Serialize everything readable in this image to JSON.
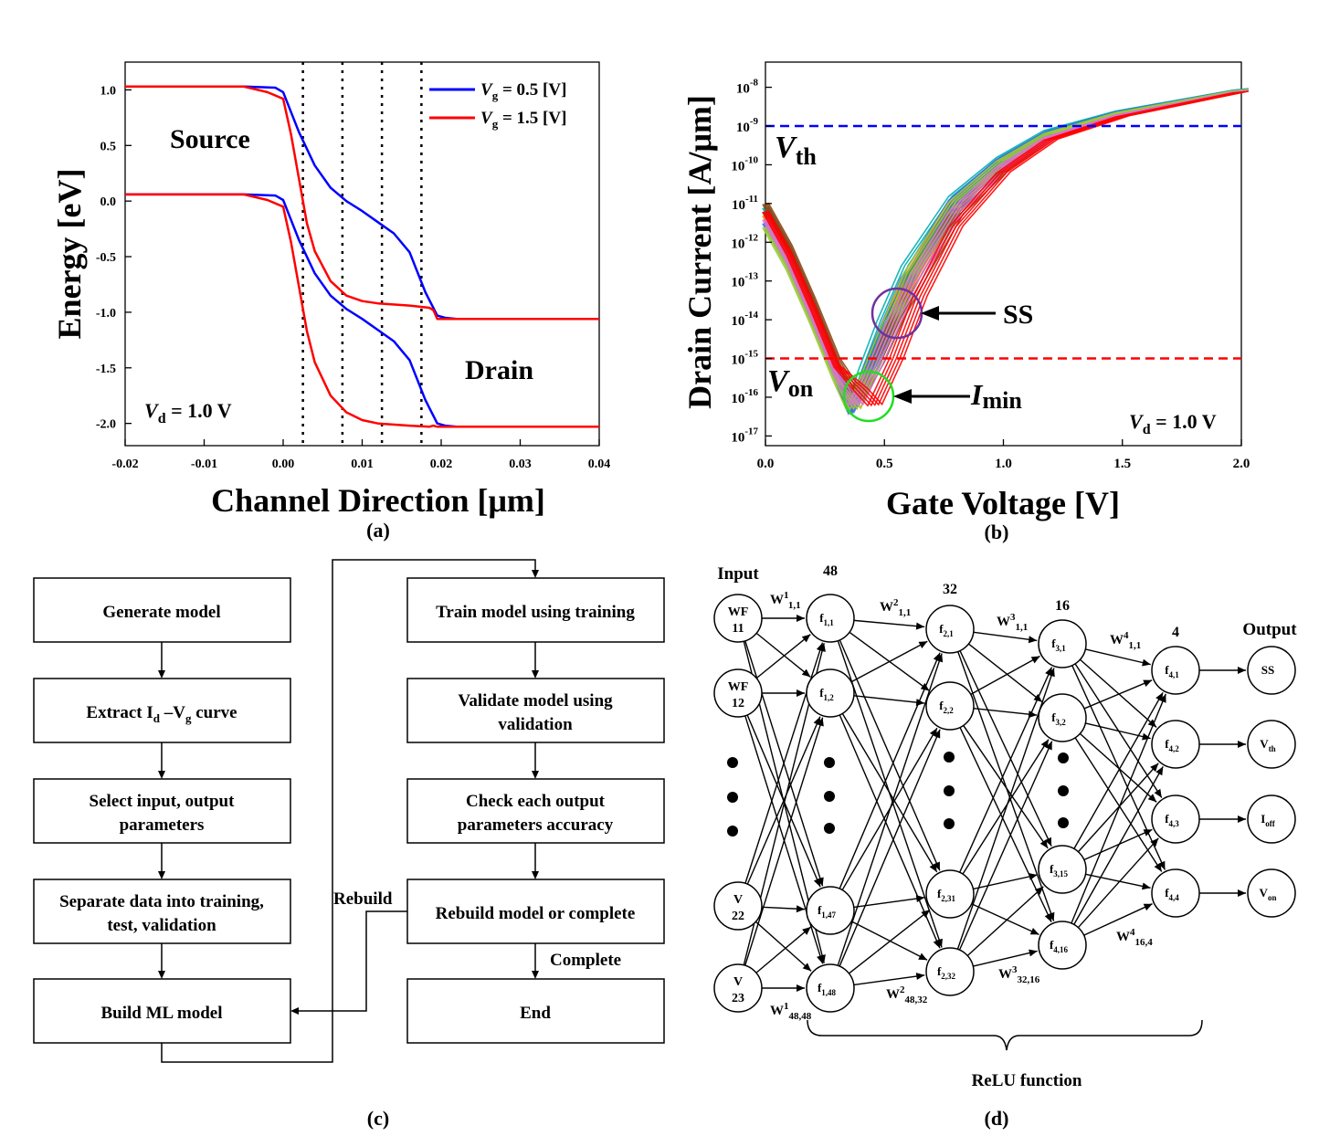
{
  "panel_labels": {
    "a": "(a)",
    "b": "(b)",
    "c": "(c)",
    "d": "(d)"
  },
  "chart_data": [
    {
      "type": "line",
      "panel": "a",
      "xlabel": "Channel Direction [μm]",
      "ylabel": "Energy [eV]",
      "xlim": [
        -0.02,
        0.04
      ],
      "ylim": [
        -2.2,
        1.25
      ],
      "xticks": [
        "-0.02",
        "-0.01",
        "0.00",
        "0.01",
        "0.02",
        "0.03",
        "0.04"
      ],
      "yticks": [
        "1.0",
        "0.5",
        "0.0",
        "-0.5",
        "-1.0",
        "-1.5",
        "-2.0"
      ],
      "grid": false,
      "legend": "top-right",
      "vlines": [
        0.0025,
        0.0075,
        0.0125,
        0.0175
      ],
      "annotations": {
        "source": "Source",
        "drain": "Drain",
        "vd_pre": "V",
        "vd_sub": "d",
        "vd_post": " = 1.0 V"
      },
      "series": [
        {
          "name": "Vg = 0.5 [V]",
          "legend_pre": "V",
          "legend_sub": "g",
          "legend_post": " = 0.5 [V]",
          "color": "#0000ff",
          "x": [
            -0.02,
            -0.005,
            -0.001,
            0.0,
            0.002,
            0.004,
            0.006,
            0.008,
            0.01,
            0.012,
            0.014,
            0.016,
            0.018,
            0.0195,
            0.0205,
            0.022,
            0.04
          ],
          "curves": [
            [
              1.03,
              1.03,
              1.02,
              0.98,
              0.62,
              0.32,
              0.12,
              0.0,
              -0.09,
              -0.19,
              -0.29,
              -0.46,
              -0.82,
              -1.03,
              -1.05,
              -1.06,
              -1.06
            ],
            [
              0.06,
              0.06,
              0.05,
              0.01,
              -0.35,
              -0.65,
              -0.85,
              -0.97,
              -1.06,
              -1.16,
              -1.26,
              -1.43,
              -1.79,
              -2.0,
              -2.02,
              -2.03,
              -2.03
            ]
          ]
        },
        {
          "name": "Vg = 1.5 [V]",
          "legend_pre": "V",
          "legend_sub": "g",
          "legend_post": " = 1.5 [V]",
          "color": "#ff0000",
          "x": [
            -0.02,
            -0.005,
            -0.002,
            0.0,
            0.001,
            0.002,
            0.003,
            0.004,
            0.006,
            0.008,
            0.01,
            0.012,
            0.016,
            0.0185,
            0.019,
            0.0195,
            0.02,
            0.04
          ],
          "curves": [
            [
              1.03,
              1.03,
              0.98,
              0.92,
              0.6,
              0.2,
              -0.2,
              -0.45,
              -0.72,
              -0.85,
              -0.9,
              -0.92,
              -0.94,
              -0.96,
              -0.98,
              -1.06,
              -1.06,
              -1.06
            ],
            [
              0.06,
              0.06,
              0.01,
              -0.05,
              -0.37,
              -0.77,
              -1.17,
              -1.45,
              -1.75,
              -1.9,
              -1.97,
              -2.0,
              -2.02,
              -2.03,
              -2.02,
              -2.03,
              -2.03,
              -2.03
            ]
          ]
        }
      ]
    },
    {
      "type": "line",
      "panel": "b",
      "xlabel": "Gate Voltage [V]",
      "ylabel": "Drain Current [A/μm]",
      "xlim": [
        0.0,
        2.0
      ],
      "ylim_log10": [
        -17.25,
        -7.35
      ],
      "yscale": "log",
      "xticks": [
        "0.0",
        "0.5",
        "1.0",
        "1.5",
        "2.0"
      ],
      "yticks": [
        "10-8",
        "10-9",
        "10-10",
        "10-11",
        "10-12",
        "10-13",
        "10-14",
        "10-15",
        "10-16",
        "10-17"
      ],
      "grid": false,
      "hlines": [
        {
          "y": 1e-09,
          "color": "#0000ff"
        },
        {
          "y": 1e-15,
          "color": "#ff0000"
        }
      ],
      "annotations": {
        "vth": "V",
        "vth_sub": "th",
        "von": "V",
        "von_sub": "on",
        "ss": "SS",
        "imin": "I",
        "imin_sub": "min",
        "vd_pre": "V",
        "vd_sub": "d",
        "vd_post": " = 1.0 V"
      },
      "markers": [
        {
          "name": "SS",
          "x": 0.57,
          "y": 1.4e-14,
          "color": "#7030a0"
        },
        {
          "name": "Imin",
          "x": 0.44,
          "y": 8e-17,
          "color": "#00cc00"
        }
      ],
      "series_note": "multiple Monte Carlo Id-Vg curves",
      "series": [
        {
          "color": "#00b0b0",
          "x": [
            0.0,
            0.1,
            0.2,
            0.3,
            0.36,
            0.42,
            0.5,
            0.6,
            0.8,
            1.0,
            1.2,
            1.5,
            2.0
          ],
          "y_log10": [
            -11.1,
            -12.2,
            -13.6,
            -15.2,
            -16.2,
            -15.3,
            -14.0,
            -12.6,
            -10.8,
            -9.8,
            -9.1,
            -8.6,
            -8.05
          ]
        },
        {
          "color": "#ff8c00",
          "x": [
            0.0,
            0.1,
            0.2,
            0.3,
            0.37,
            0.44,
            0.52,
            0.62,
            0.8,
            1.0,
            1.2,
            1.5,
            2.0
          ],
          "y_log10": [
            -11.3,
            -12.4,
            -13.8,
            -15.3,
            -16.3,
            -15.3,
            -14.1,
            -12.8,
            -11.0,
            -9.9,
            -9.2,
            -8.65,
            -8.08
          ]
        },
        {
          "color": "#2e8b57",
          "x": [
            0.0,
            0.1,
            0.2,
            0.3,
            0.38,
            0.45,
            0.53,
            0.63,
            0.8,
            1.0,
            1.2,
            1.5,
            2.0
          ],
          "y_log10": [
            -11.2,
            -12.3,
            -13.7,
            -15.3,
            -16.1,
            -15.2,
            -14.0,
            -12.8,
            -11.1,
            -10.0,
            -9.25,
            -8.7,
            -8.1
          ]
        },
        {
          "color": "#4169e1",
          "x": [
            0.0,
            0.1,
            0.2,
            0.3,
            0.36,
            0.43,
            0.51,
            0.6,
            0.8,
            1.0,
            1.2,
            1.5,
            2.0
          ],
          "y_log10": [
            -11.5,
            -12.6,
            -14.0,
            -15.5,
            -16.4,
            -15.4,
            -14.2,
            -12.9,
            -10.9,
            -9.85,
            -9.15,
            -8.62,
            -8.06
          ]
        },
        {
          "color": "#8b4513",
          "x": [
            0.0,
            0.1,
            0.2,
            0.3,
            0.39,
            0.47,
            0.55,
            0.65,
            0.8,
            1.0,
            1.2,
            1.5,
            2.0
          ],
          "y_log10": [
            -11.0,
            -12.1,
            -13.5,
            -15.0,
            -16.0,
            -15.1,
            -14.0,
            -12.9,
            -11.3,
            -10.1,
            -9.3,
            -8.72,
            -8.12
          ]
        },
        {
          "color": "#9acd32",
          "x": [
            0.0,
            0.1,
            0.2,
            0.3,
            0.37,
            0.44,
            0.52,
            0.61,
            0.8,
            1.0,
            1.2,
            1.5,
            2.0
          ],
          "y_log10": [
            -11.6,
            -12.7,
            -14.1,
            -15.6,
            -16.3,
            -15.3,
            -14.1,
            -12.8,
            -10.95,
            -9.9,
            -9.18,
            -8.64,
            -8.07
          ]
        },
        {
          "color": "#da70d6",
          "x": [
            0.0,
            0.1,
            0.2,
            0.3,
            0.38,
            0.46,
            0.54,
            0.64,
            0.8,
            1.0,
            1.2,
            1.5,
            2.0
          ],
          "y_log10": [
            -11.4,
            -12.5,
            -13.9,
            -15.4,
            -16.2,
            -15.2,
            -14.05,
            -12.85,
            -11.2,
            -10.05,
            -9.28,
            -8.7,
            -8.1
          ]
        },
        {
          "color": "#ff0000",
          "x": [
            0.0,
            0.1,
            0.2,
            0.3,
            0.4,
            0.46,
            0.55,
            0.65,
            0.8,
            1.0,
            1.2,
            1.5,
            2.0
          ],
          "y_log10": [
            -11.2,
            -12.3,
            -13.7,
            -15.2,
            -15.8,
            -16.2,
            -15.0,
            -13.4,
            -11.6,
            -10.2,
            -9.35,
            -8.75,
            -8.12
          ]
        }
      ]
    }
  ],
  "flowchart": {
    "left": [
      "Generate model",
      "Extract I",
      "Select input, output",
      "parameters",
      "Separate data into training,",
      "test, validation",
      "Build ML model"
    ],
    "extract_parts": {
      "pre": "Extract I",
      "sub1": "d",
      "mid": " –V",
      "sub2": "g",
      "post": " curve"
    },
    "right": [
      "Train model using training",
      "Validate model using",
      "validation",
      "Check each output",
      "parameters accuracy",
      "Rebuild model or complete",
      "End"
    ],
    "rebuild_label": "Rebuild",
    "complete_label": "Complete"
  },
  "network": {
    "input_title": "Input",
    "output_title": "Output",
    "counts": [
      "48",
      "32",
      "16",
      "4"
    ],
    "inputs": [
      [
        "WF",
        "11"
      ],
      [
        "WF",
        "12"
      ],
      [
        "V",
        "22"
      ],
      [
        "V",
        "23"
      ]
    ],
    "l1": [
      [
        "f",
        "1,1"
      ],
      [
        "f",
        "1,2"
      ],
      [
        "f",
        "1,47"
      ],
      [
        "f",
        "1,48"
      ]
    ],
    "l2": [
      [
        "f",
        "2,1"
      ],
      [
        "f",
        "2,2"
      ],
      [
        "f",
        "2,31"
      ],
      [
        "f",
        "2,32"
      ]
    ],
    "l3": [
      [
        "f",
        "3,1"
      ],
      [
        "f",
        "3,2"
      ],
      [
        "f",
        "3,15"
      ],
      [
        "f",
        "4,16"
      ]
    ],
    "l4": [
      [
        "f",
        "4,1"
      ],
      [
        "f",
        "4,2"
      ],
      [
        "f",
        "4,3"
      ],
      [
        "f",
        "4,4"
      ]
    ],
    "outputs": [
      [
        "SS",
        ""
      ],
      [
        "V",
        "th"
      ],
      [
        "I",
        "off"
      ],
      [
        "V",
        "on"
      ]
    ],
    "weights": [
      {
        "base": "W",
        "sup": "1",
        "sub": "1,1"
      },
      {
        "base": "W",
        "sup": "1",
        "sub": "48,48"
      },
      {
        "base": "W",
        "sup": "2",
        "sub": "1,1"
      },
      {
        "base": "W",
        "sup": "2",
        "sub": "48,32"
      },
      {
        "base": "W",
        "sup": "3",
        "sub": "1,1"
      },
      {
        "base": "W",
        "sup": "3",
        "sub": "32,16"
      },
      {
        "base": "W",
        "sup": "4",
        "sub": "1,1"
      },
      {
        "base": "W",
        "sup": "4",
        "sub": "16,4"
      }
    ],
    "relu_label": "ReLU function"
  }
}
